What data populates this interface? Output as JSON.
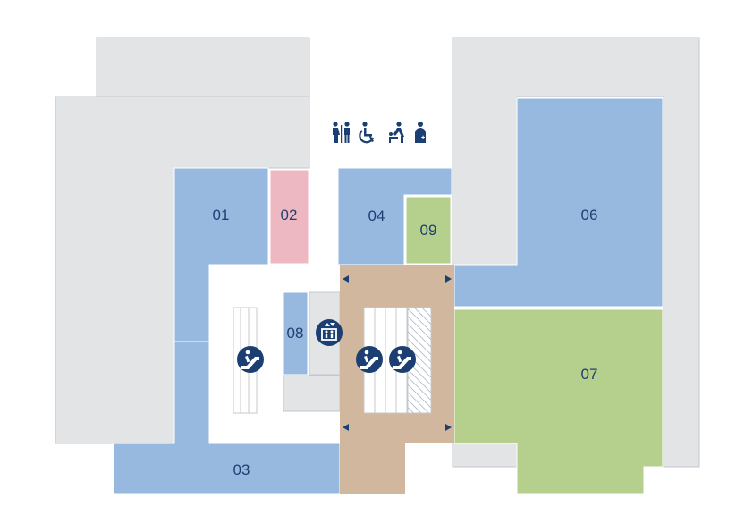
{
  "map": {
    "colors": {
      "background": "#ffffff",
      "building": "#e2e4e6",
      "service": "#e2e4e6",
      "unit_blue": "#98b9df",
      "unit_pink": "#eeb8c2",
      "unit_green": "#b5cf8c",
      "circulation": "#d1b79d",
      "icon_navy": "#1b3f72",
      "outline": "#c2c8cf"
    },
    "units": [
      {
        "id": "01",
        "label": "01",
        "kind": "unit_blue"
      },
      {
        "id": "02",
        "label": "02",
        "kind": "unit_pink"
      },
      {
        "id": "03",
        "label": "03",
        "kind": "unit_blue"
      },
      {
        "id": "04",
        "label": "04",
        "kind": "unit_blue"
      },
      {
        "id": "06",
        "label": "06",
        "kind": "unit_blue"
      },
      {
        "id": "07",
        "label": "07",
        "kind": "unit_green"
      },
      {
        "id": "08",
        "label": "08",
        "kind": "unit_blue"
      },
      {
        "id": "09",
        "label": "09",
        "kind": "unit_green"
      }
    ],
    "amenities": [
      {
        "icon": "restroom-icon"
      },
      {
        "icon": "wheelchair-icon"
      },
      {
        "icon": "baby-change-icon"
      },
      {
        "icon": "first-aid-icon"
      }
    ],
    "features": [
      {
        "icon": "escalator-icon",
        "count": 3
      },
      {
        "icon": "elevator-icon",
        "count": 1
      },
      {
        "icon": "entrance-arrow-icon",
        "count": 4
      }
    ]
  }
}
